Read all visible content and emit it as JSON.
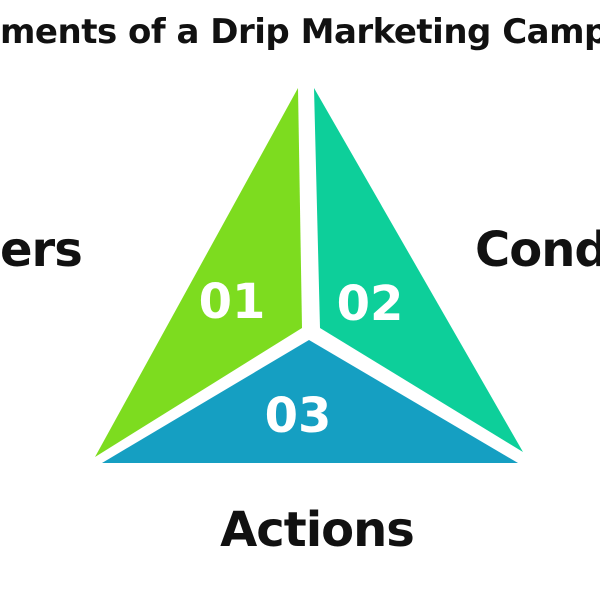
{
  "title": "ments of a Drip Marketing Campa",
  "labels": {
    "left": "ers",
    "right": "Cond",
    "bottom": "Actions"
  },
  "segments": [
    {
      "number": "01",
      "color": "#7ddc1f"
    },
    {
      "number": "02",
      "color": "#0dcf9a"
    },
    {
      "number": "03",
      "color": "#159fc2"
    }
  ]
}
